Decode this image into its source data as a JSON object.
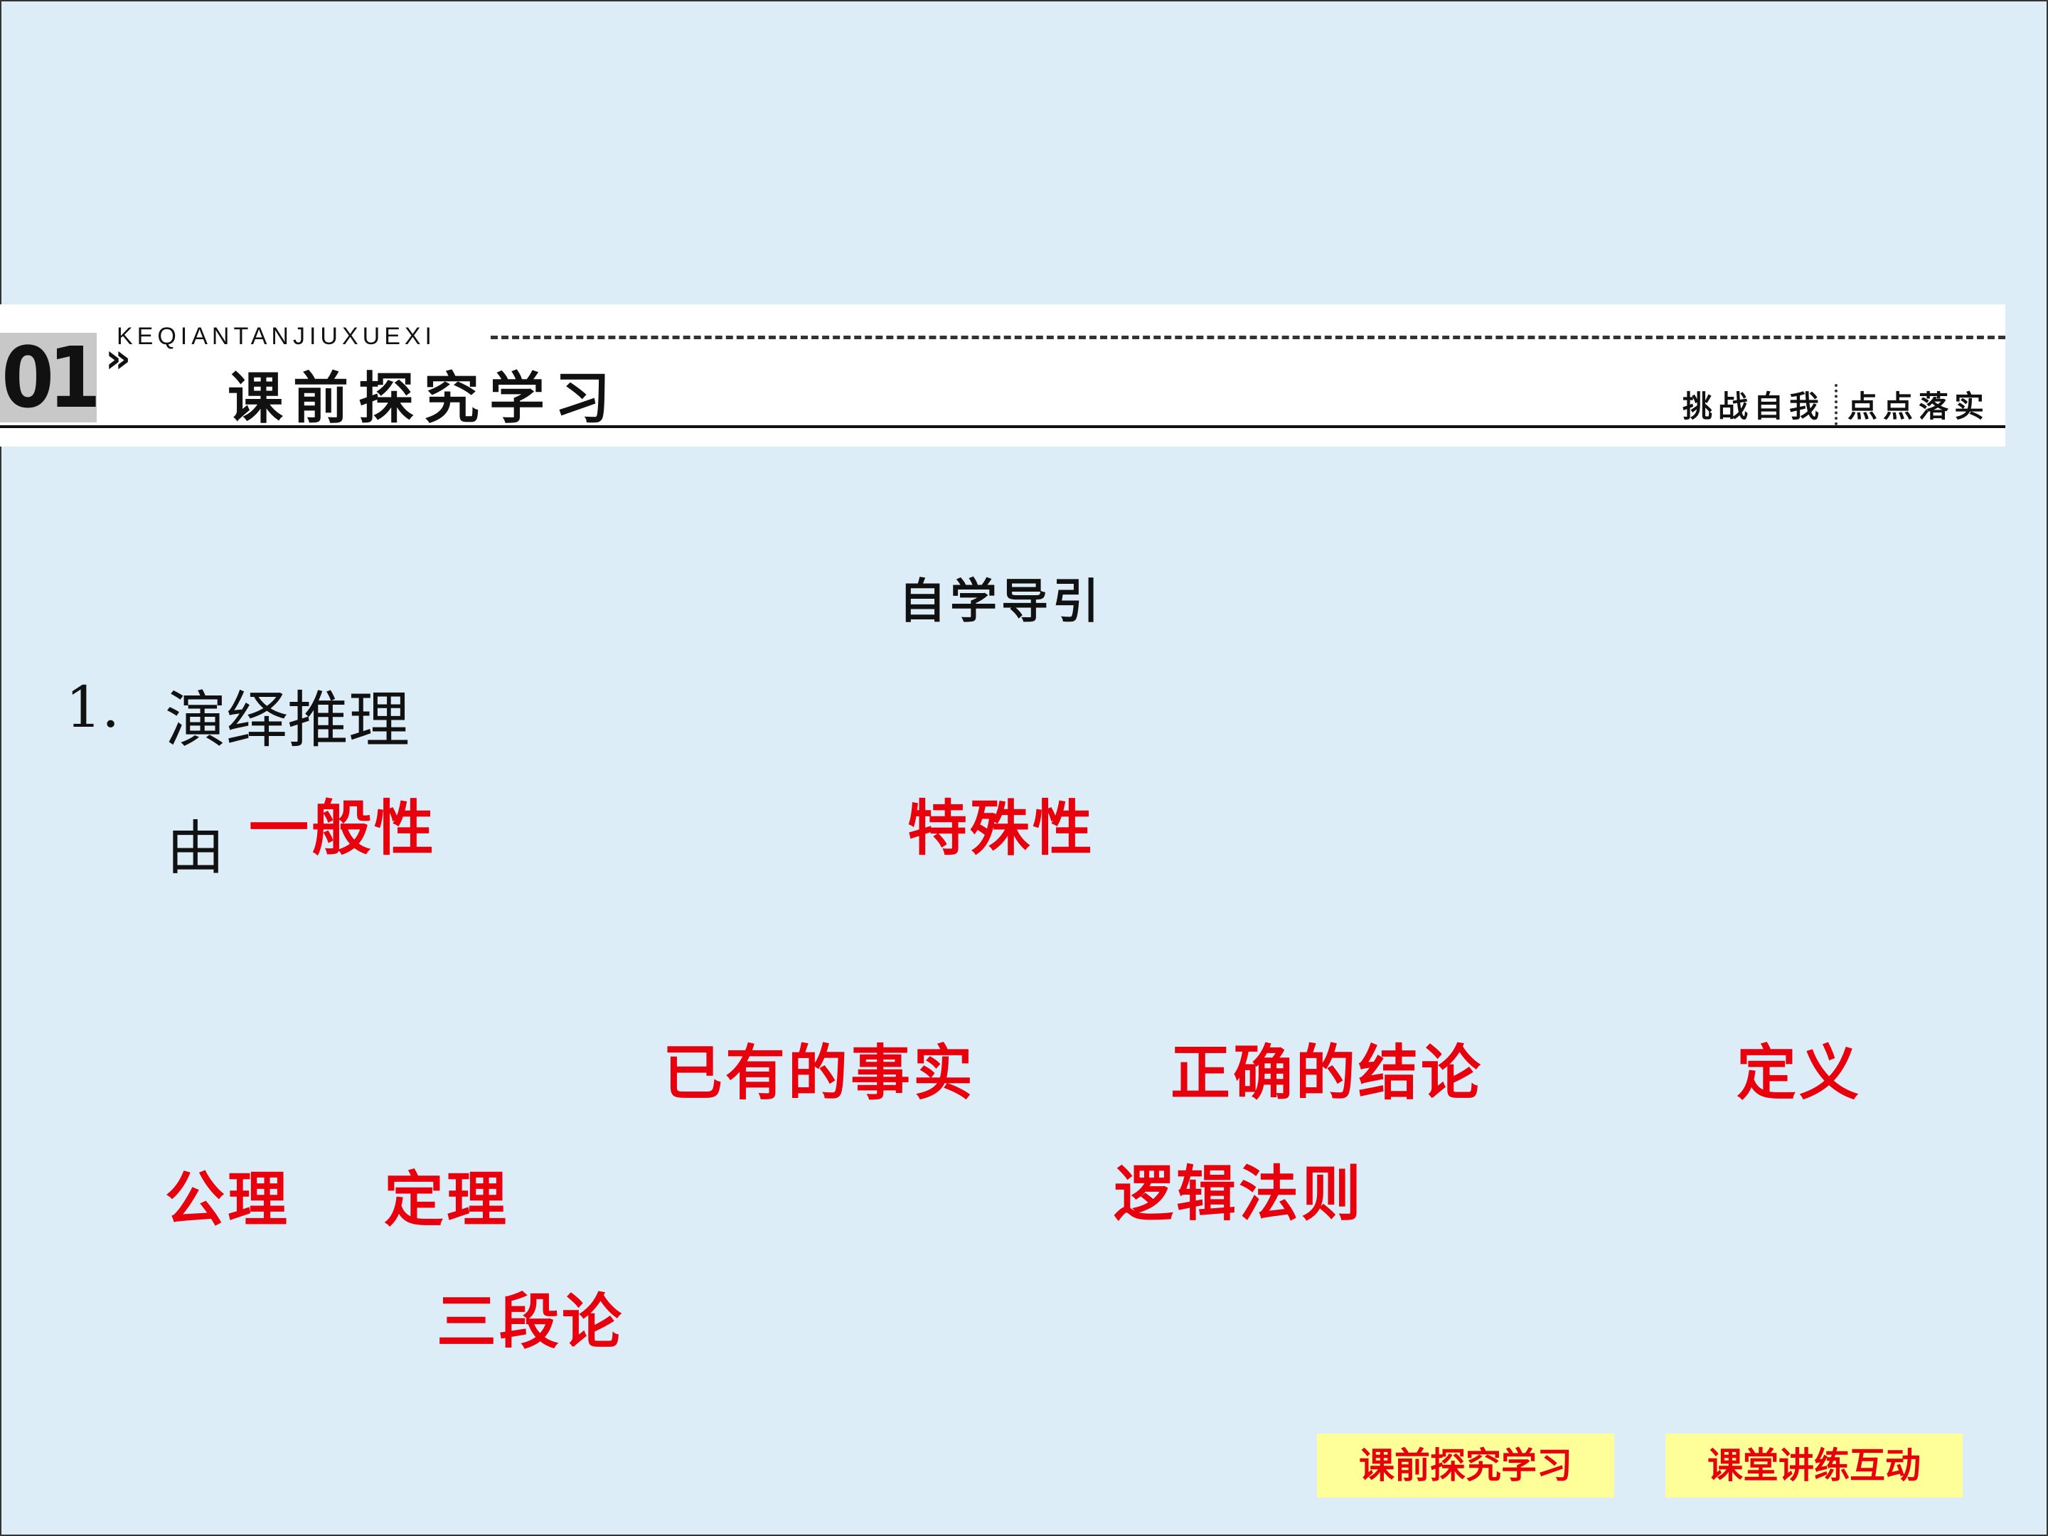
{
  "header": {
    "number": "01",
    "chevron": "»",
    "pinyin": "KEQIANTANJIUXUEXI",
    "title": "课前探究学习",
    "right_left": "挑战自我",
    "right_right": "点点落实"
  },
  "content": {
    "section_title": "自学导引",
    "item_number": "1.",
    "item_title": "演绎推理",
    "prefix_you": "由",
    "answers": {
      "general": "一般性",
      "special": "特殊性",
      "existing_facts": "已有的事实",
      "correct_conclusion": "正确的结论",
      "definition": "定义",
      "axiom": "公理",
      "theorem": "定理",
      "logic_rules": "逻辑法则",
      "syllogism": "三段论"
    }
  },
  "nav": {
    "prev_label": "课前探究学习",
    "next_label": "课堂讲练互动"
  },
  "colors": {
    "background": "#dcedf8",
    "answer_red": "#e8000c",
    "button_yellow": "#ffff99"
  }
}
